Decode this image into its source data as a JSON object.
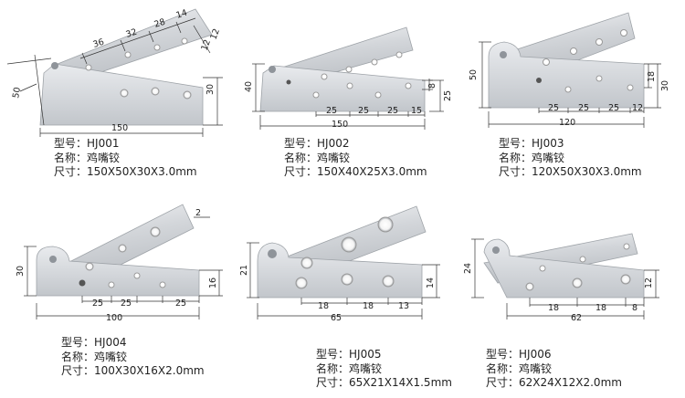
{
  "labels": {
    "model": "型号：",
    "name": "名称：",
    "size": "尺寸："
  },
  "products": [
    {
      "model": "HJ001",
      "name": "鸡嘴铰",
      "size": "150X50X30X3.0mm",
      "dims": [
        "50",
        "30",
        "150",
        "36",
        "32",
        "28",
        "14",
        "12",
        "12"
      ]
    },
    {
      "model": "HJ002",
      "name": "鸡嘴铰",
      "size": "150X40X25X3.0mm",
      "dims": [
        "40",
        "25",
        "8",
        "25",
        "25",
        "25",
        "15",
        "150"
      ]
    },
    {
      "model": "HJ003",
      "name": "鸡嘴铰",
      "size": "120X50X30X3.0mm",
      "dims": [
        "50",
        "18",
        "30",
        "25",
        "25",
        "25",
        "12",
        "120"
      ]
    },
    {
      "model": "HJ004",
      "name": "鸡嘴铰",
      "size": "100X30X16X2.0mm",
      "dims": [
        "30",
        "2",
        "16",
        "25",
        "25",
        "25",
        "100"
      ]
    },
    {
      "model": "HJ005",
      "name": "鸡嘴铰",
      "size": "65X21X14X1.5mm",
      "dims": [
        "21",
        "14",
        "18",
        "18",
        "13",
        "65"
      ]
    },
    {
      "model": "HJ006",
      "name": "鸡嘴铰",
      "size": "62X24X12X2.0mm",
      "dims": [
        "24",
        "12",
        "18",
        "18",
        "8",
        "62"
      ]
    }
  ]
}
